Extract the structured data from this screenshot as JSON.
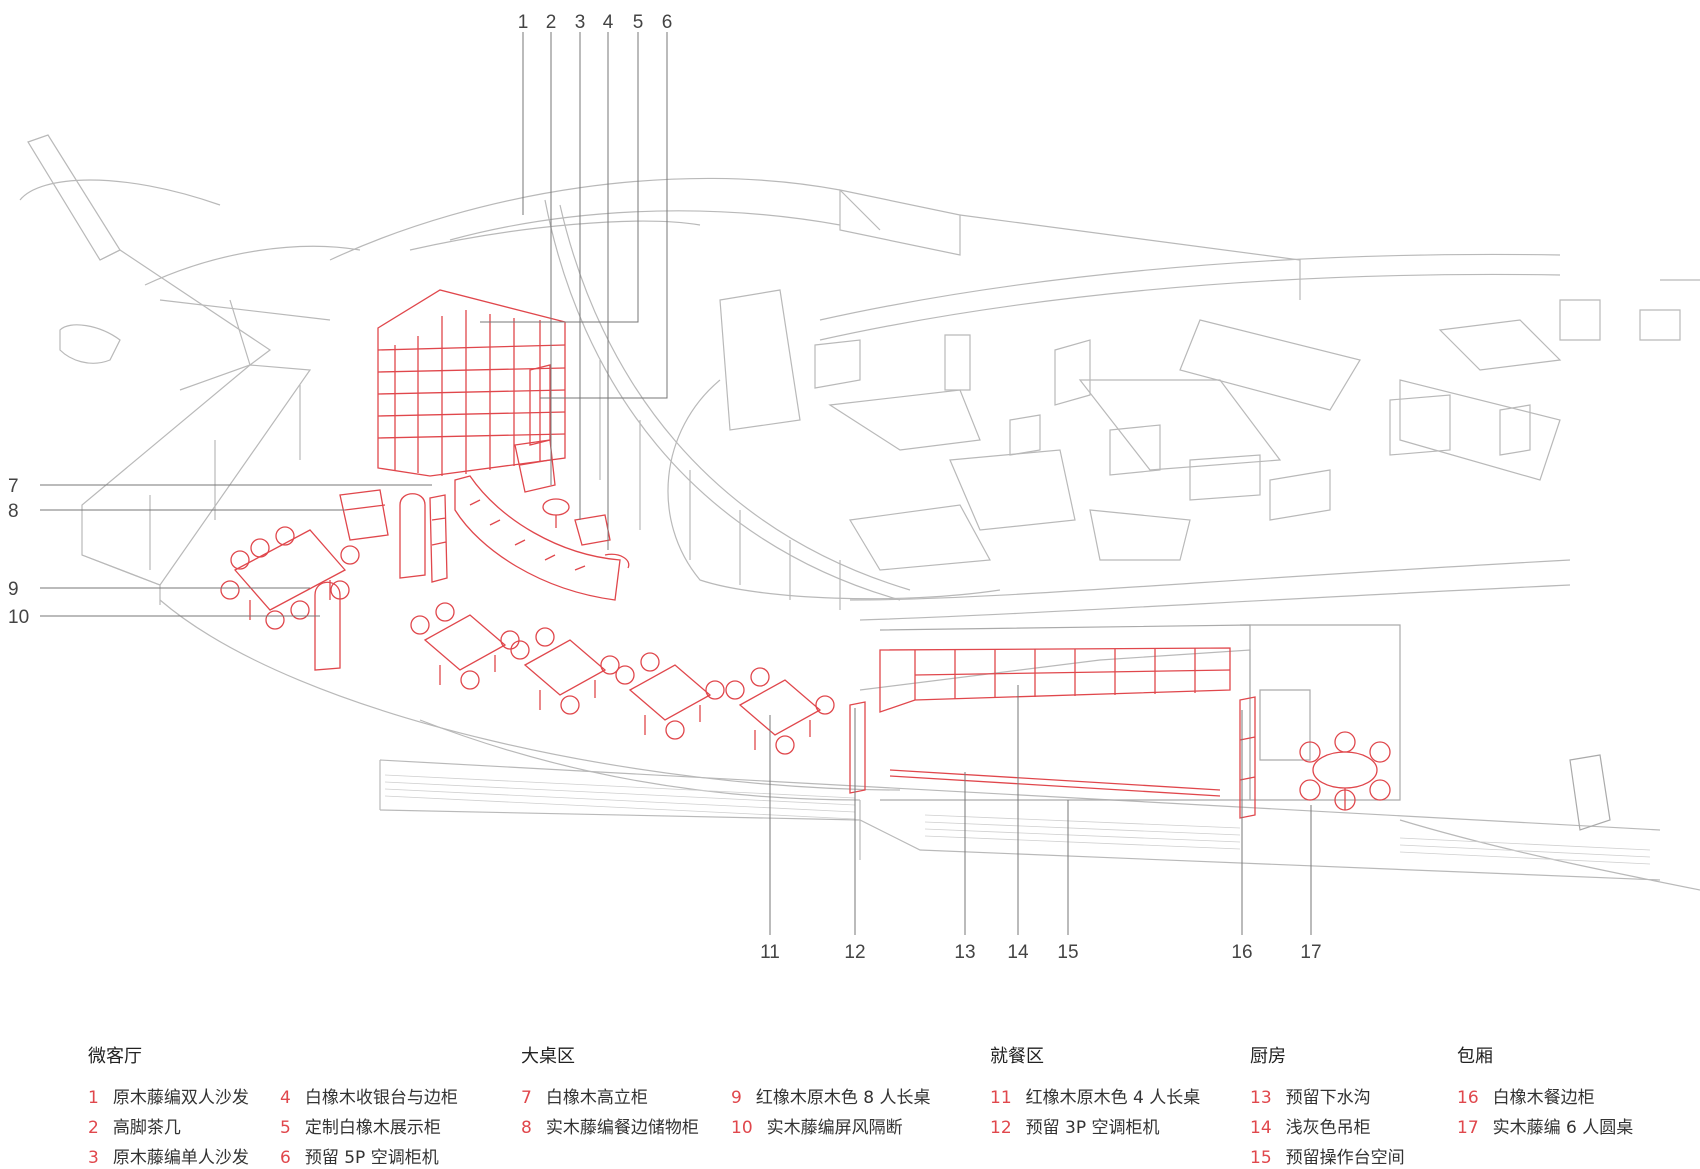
{
  "callouts": [
    "1",
    "2",
    "3",
    "4",
    "5",
    "6",
    "7",
    "8",
    "9",
    "10",
    "11",
    "12",
    "13",
    "14",
    "15",
    "16",
    "17"
  ],
  "legend": [
    {
      "title": "微客厅",
      "items": [
        {
          "num": "1",
          "label": "原木藤编双人沙发"
        },
        {
          "num": "2",
          "label": "高脚茶几"
        },
        {
          "num": "3",
          "label": "原木藤编单人沙发"
        },
        {
          "num": "4",
          "label": "白橡木收银台与边柜"
        },
        {
          "num": "5",
          "label": "定制白橡木展示柜"
        },
        {
          "num": "6",
          "label": "预留 5P 空调柜机"
        }
      ]
    },
    {
      "title": "大桌区",
      "items": [
        {
          "num": "7",
          "label": "白橡木高立柜"
        },
        {
          "num": "8",
          "label": "实木藤编餐边储物柜"
        },
        {
          "num": "9",
          "label": "红橡木原木色 8 人长桌"
        },
        {
          "num": "10",
          "label": "实木藤编屏风隔断"
        }
      ]
    },
    {
      "title": "就餐区",
      "items": [
        {
          "num": "11",
          "label": "红橡木原木色 4 人长桌"
        },
        {
          "num": "12",
          "label": "预留 3P 空调柜机"
        }
      ]
    },
    {
      "title": "厨房",
      "items": [
        {
          "num": "13",
          "label": "预留下水沟"
        },
        {
          "num": "14",
          "label": "浅灰色吊柜"
        },
        {
          "num": "15",
          "label": "预留操作台空间"
        }
      ]
    },
    {
      "title": "包厢",
      "items": [
        {
          "num": "16",
          "label": "白橡木餐边柜"
        },
        {
          "num": "17",
          "label": "实木藤编 6 人圆桌"
        }
      ]
    }
  ],
  "colors": {
    "accent": "#e0474c",
    "line": "#999999",
    "text": "#333333"
  }
}
